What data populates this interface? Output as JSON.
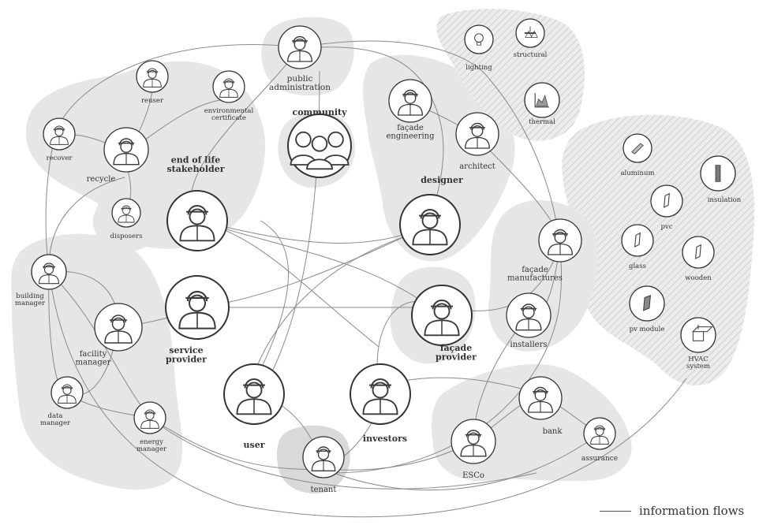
{
  "legend": {
    "label": "information flows"
  },
  "colors": {
    "blob": "#e6e6e6",
    "blob_dark": "#d4d4d4",
    "hatch": "#c9c9c9",
    "line": "#8a8a8a",
    "node_fill": "#ffffff",
    "node_stroke": "#333333",
    "person": "#3a3a3a"
  },
  "nodes": {
    "public_administration": {
      "label": [
        "public",
        "administration"
      ],
      "icon": "public-administration-icon"
    },
    "community": {
      "label": [
        "community"
      ],
      "icon": "community-group-icon"
    },
    "reuser": {
      "label": [
        "reuser"
      ],
      "icon": "reuser-icon"
    },
    "environmental_certificate": {
      "label": [
        "environmental",
        "certificate"
      ],
      "icon": "environmental-certificate-icon"
    },
    "recover": {
      "label": [
        "recover"
      ],
      "icon": "recover-icon"
    },
    "recycle": {
      "label": [
        "recycle"
      ],
      "icon": "recycle-icon"
    },
    "disposers": {
      "label": [
        "disposers"
      ],
      "icon": "disposers-icon"
    },
    "end_of_life": {
      "label": [
        "end of life",
        "stakeholder"
      ],
      "icon": "end-of-life-stakeholder-icon"
    },
    "facade_engineering": {
      "label": [
        "façade",
        "engineering"
      ],
      "icon": "facade-engineering-icon"
    },
    "architect": {
      "label": [
        "architect"
      ],
      "icon": "architect-icon"
    },
    "lighting": {
      "label": [
        "lighting"
      ],
      "icon": "lightbulb-icon"
    },
    "structural": {
      "label": [
        "structural"
      ],
      "icon": "structural-beam-icon"
    },
    "thermal": {
      "label": [
        "thermal"
      ],
      "icon": "thermal-chart-icon"
    },
    "designer": {
      "label": [
        "designer"
      ],
      "icon": "designer-icon"
    },
    "facade_manufactures": {
      "label": [
        "façade",
        "manufactures"
      ],
      "icon": "facade-manufactures-icon"
    },
    "facade_provider": {
      "label": [
        "façade",
        "provider"
      ],
      "icon": "facade-provider-icon"
    },
    "installers": {
      "label": [
        "installers"
      ],
      "icon": "installers-icon"
    },
    "service_provider": {
      "label": [
        "service",
        "provider"
      ],
      "icon": "service-provider-icon"
    },
    "building_manager": {
      "label": [
        "building",
        "manager"
      ],
      "icon": "building-manager-icon"
    },
    "facility_manager": {
      "label": [
        "facility",
        "manager"
      ],
      "icon": "facility-manager-icon"
    },
    "data_manager": {
      "label": [
        "data",
        "manager"
      ],
      "icon": "data-manager-icon"
    },
    "energy_manager": {
      "label": [
        "energy",
        "manager"
      ],
      "icon": "energy-manager-icon"
    },
    "user": {
      "label": [
        "user"
      ],
      "icon": "user-icon"
    },
    "investors": {
      "label": [
        "investors"
      ],
      "icon": "investors-icon"
    },
    "tenant": {
      "label": [
        "tenant"
      ],
      "icon": "tenant-icon"
    },
    "esco": {
      "label": [
        "ESCo"
      ],
      "icon": "esco-icon"
    },
    "bank": {
      "label": [
        "bank"
      ],
      "icon": "bank-icon"
    },
    "assurance": {
      "label": [
        "assurance"
      ],
      "icon": "assurance-icon"
    },
    "aluminum": {
      "label": [
        "aluminum"
      ],
      "icon": "aluminum-profile-icon"
    },
    "insulation": {
      "label": [
        "insulation"
      ],
      "icon": "insulation-panel-icon"
    },
    "pvc": {
      "label": [
        "pvc"
      ],
      "icon": "pvc-panel-icon"
    },
    "glass": {
      "label": [
        "glass"
      ],
      "icon": "glass-panel-icon"
    },
    "wooden": {
      "label": [
        "wooden"
      ],
      "icon": "wooden-panel-icon"
    },
    "pv_module": {
      "label": [
        "pv module"
      ],
      "icon": "pv-module-icon"
    },
    "hvac": {
      "label": [
        "HVAC",
        "system"
      ],
      "icon": "hvac-unit-icon"
    }
  }
}
